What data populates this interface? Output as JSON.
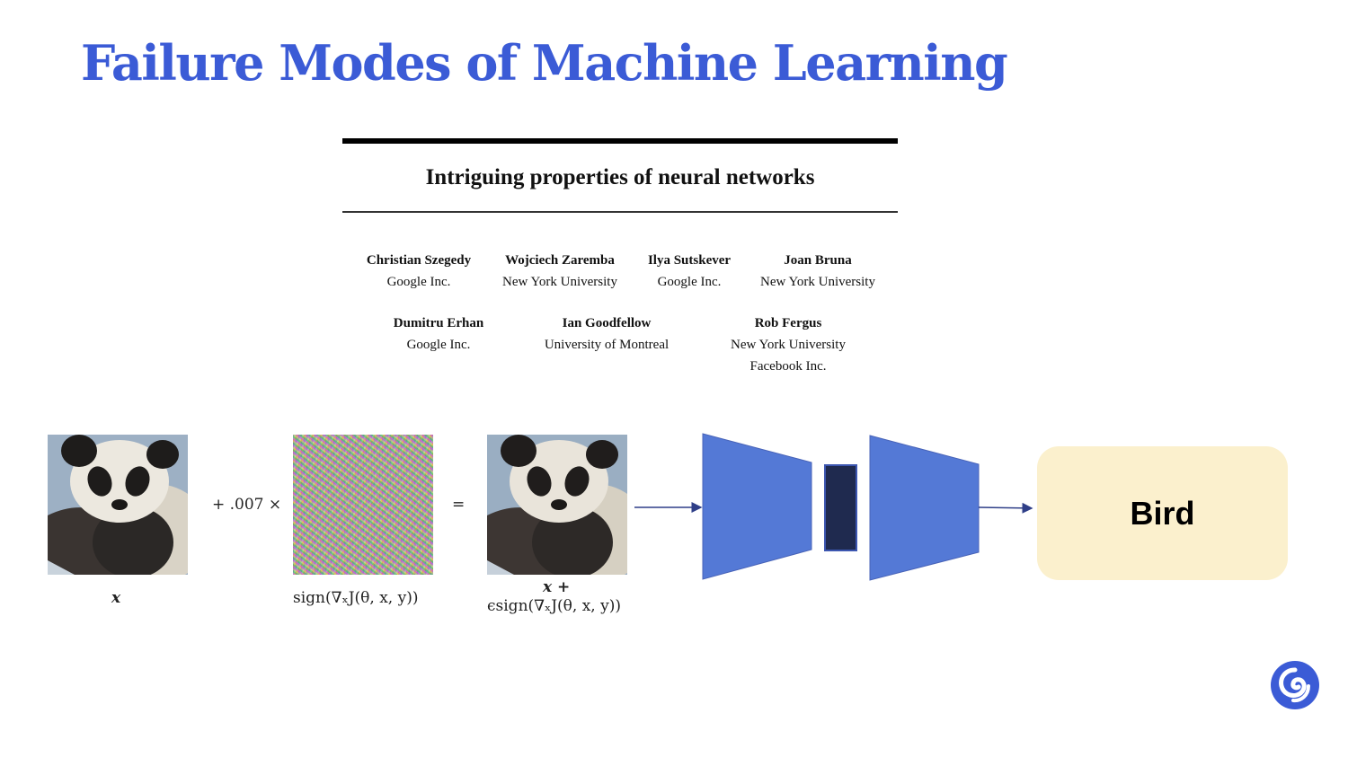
{
  "slide": {
    "title": "Failure Modes of Machine Learning"
  },
  "paper": {
    "title": "Intriguing properties of neural networks",
    "authors": [
      {
        "name": "Christian Szegedy",
        "affiliation": "Google Inc."
      },
      {
        "name": "Wojciech Zaremba",
        "affiliation": "New York University"
      },
      {
        "name": "Ilya Sutskever",
        "affiliation": "Google Inc."
      },
      {
        "name": "Joan Bruna",
        "affiliation": "New York University"
      },
      {
        "name": "Dumitru Erhan",
        "affiliation": "Google Inc."
      },
      {
        "name": "Ian Goodfellow",
        "affiliation": "University of Montreal"
      },
      {
        "name": "Rob Fergus",
        "affiliation": "New York University",
        "affiliation2": "Facebook Inc."
      }
    ]
  },
  "adversarial": {
    "input_label": "x",
    "plus_factor": "+ .007 ×",
    "noise_label": "sign(∇ₓJ(θ, x, y))",
    "equals": "=",
    "result_label_line1": "x +",
    "result_label_line2": "ϵsign(∇ₓJ(θ, x, y))"
  },
  "network": {
    "encoder_color": "#5479d6",
    "bottleneck_color": "#1f2a4f",
    "output_label": "Bird",
    "output_box_color": "#fbf0cd"
  },
  "brand": {
    "logo_icon": "deepmind-logo-icon",
    "accent": "#3b5bd6"
  }
}
